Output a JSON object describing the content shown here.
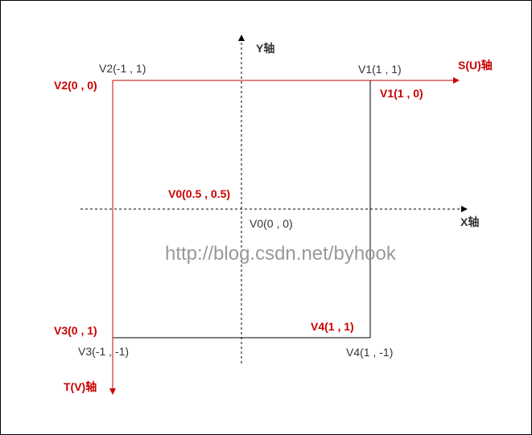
{
  "colors": {
    "red": "#cc0000",
    "dark": "#333333",
    "watermark": "#999999"
  },
  "labels": {
    "y_axis": "Y轴",
    "x_axis": "X轴",
    "s_axis": "S(U)轴",
    "t_axis": "T(V)轴",
    "v2_xy": "V2(-1 , 1)",
    "v1_xy": "V1(1 , 1)",
    "v2_st": "V2(0 , 0)",
    "v1_st": "V1(1 , 0)",
    "v0_st": "V0(0.5 , 0.5)",
    "v0_xy": "V0(0 , 0)",
    "v3_st": "V3(0 , 1)",
    "v4_st": "V4(1 , 1)",
    "v3_xy": "V3(-1 , -1)",
    "v4_xy": "V4(1 , -1)"
  },
  "watermark": "http://blog.csdn.net/byhook"
}
